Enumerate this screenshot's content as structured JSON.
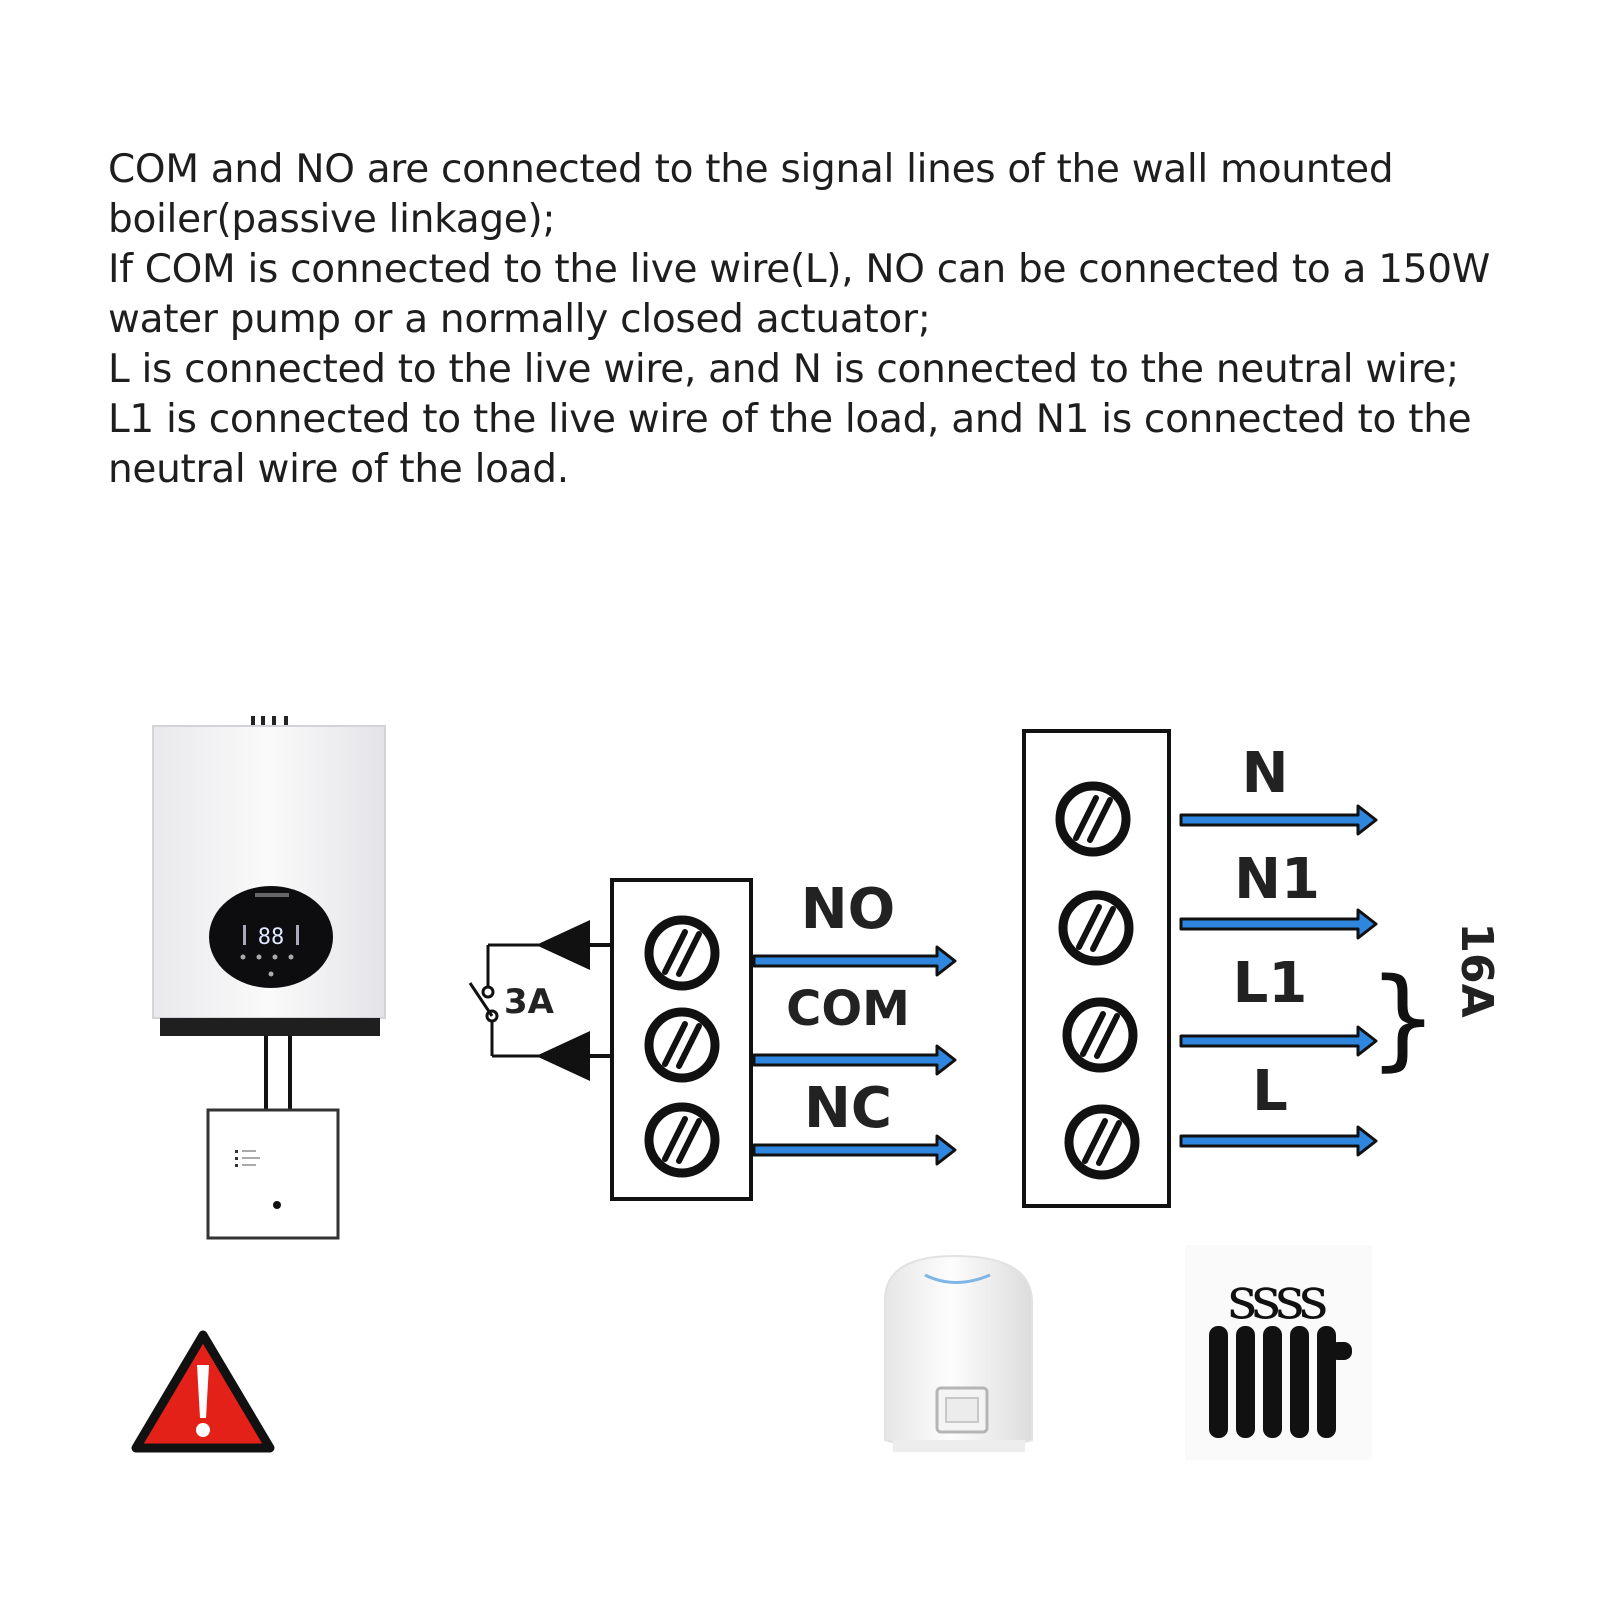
{
  "instructions": [
    "COM and NO are connected to the signal lines of the wall mounted",
    "boiler(passive linkage);",
    "If COM is connected to the live wire(L), NO can be connected to a 150W",
    "water pump or a normally closed actuator;",
    "L is connected to the live wire, and N is connected to the neutral wire;",
    "L1 is connected to the live wire of the load, and N1 is connected to the",
    "neutral wire of the load."
  ],
  "boiler": {
    "display": "88"
  },
  "relay": {
    "rating": "3A",
    "terminals": [
      "NO",
      "COM",
      "NC"
    ]
  },
  "power": {
    "terminals": [
      "N",
      "N1",
      "L1",
      "L"
    ],
    "rating": "16A"
  },
  "radiator": {
    "heat_symbol": "ssss"
  },
  "colors": {
    "wire_blue": "#2e86de",
    "warning_red": "#e32119",
    "line": "#222222"
  }
}
